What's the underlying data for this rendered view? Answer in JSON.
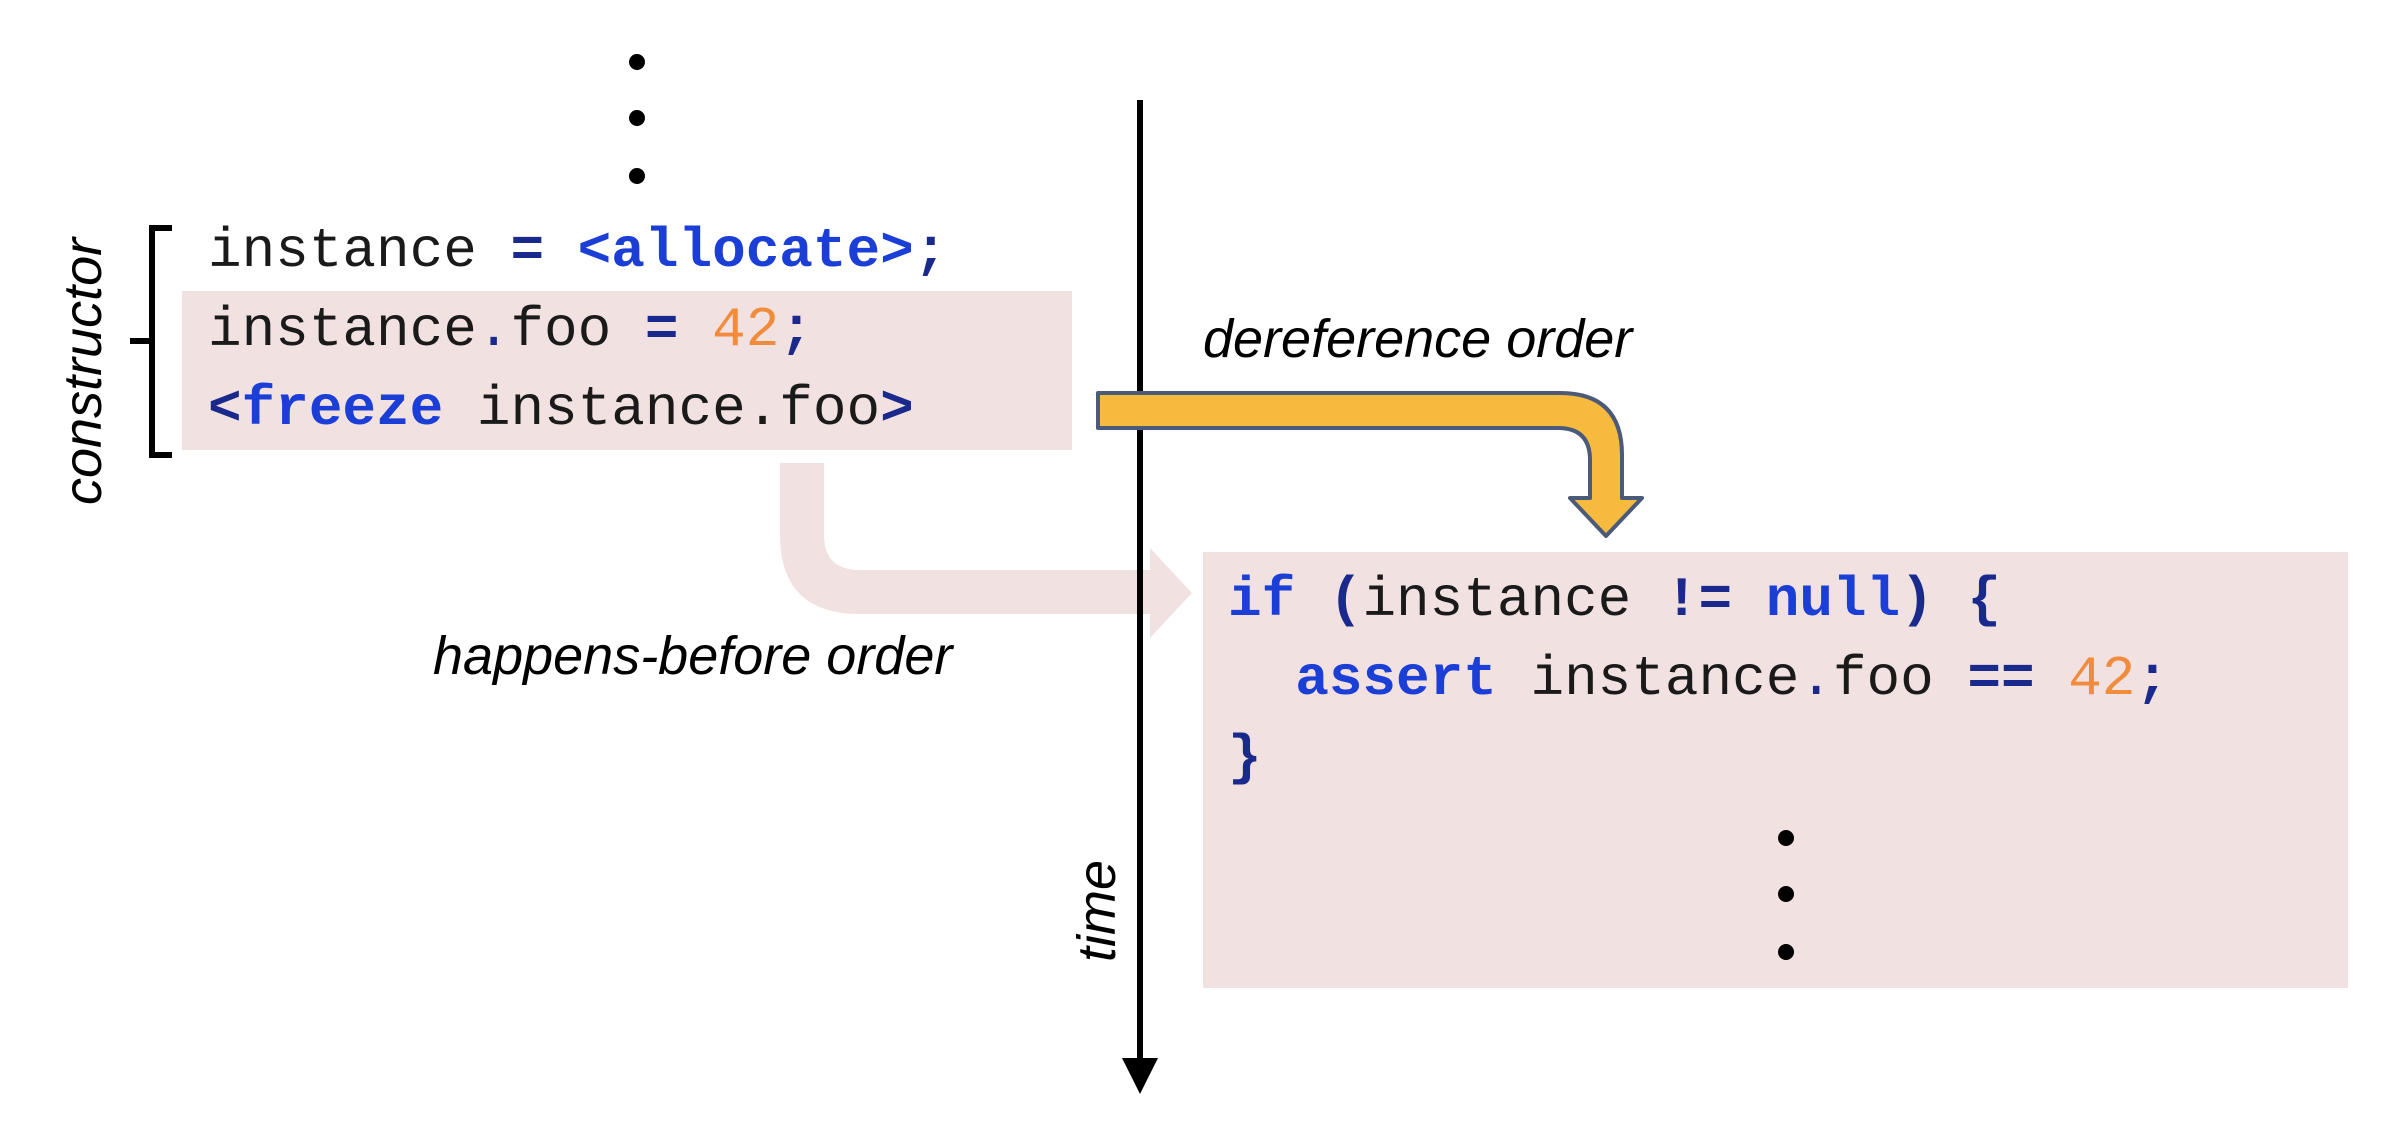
{
  "labels": {
    "constructor": "constructor",
    "dereference_order": "dereference order",
    "happens_before_order": "happens-before order",
    "time": "time"
  },
  "thread1": {
    "line1": {
      "ident": "instance",
      "op": "=",
      "kw": "<allocate>",
      "semi": ";"
    },
    "line2": {
      "ident": "instance",
      "dot": ".",
      "field": "foo",
      "op": "=",
      "num": "42",
      "semi": ";"
    },
    "line3": {
      "open": "<",
      "kw": "freeze",
      "target": "instance.foo",
      "close": ">"
    }
  },
  "thread2": {
    "line1": {
      "kw_if": "if",
      "paren_open": "(",
      "ident": "instance",
      "op": "!=",
      "kw_null": "null",
      "paren_close": ")",
      "brace": "{"
    },
    "line2": {
      "kw_assert": "assert",
      "ident": "instance",
      "dot": ".",
      "field": "foo",
      "op": "==",
      "num": "42",
      "semi": ";"
    },
    "line3": {
      "brace": "}"
    }
  },
  "colors": {
    "highlight_bg": "#f2e1e1",
    "arrow_gold": "#f6ba3e",
    "arrow_gold_border": "#4a5a78",
    "arrow_pink": "#f2e1e1",
    "keyword_blue": "#1a3ed6",
    "keyword_navy": "#1a2a8c",
    "number_orange": "#f08c3c"
  }
}
